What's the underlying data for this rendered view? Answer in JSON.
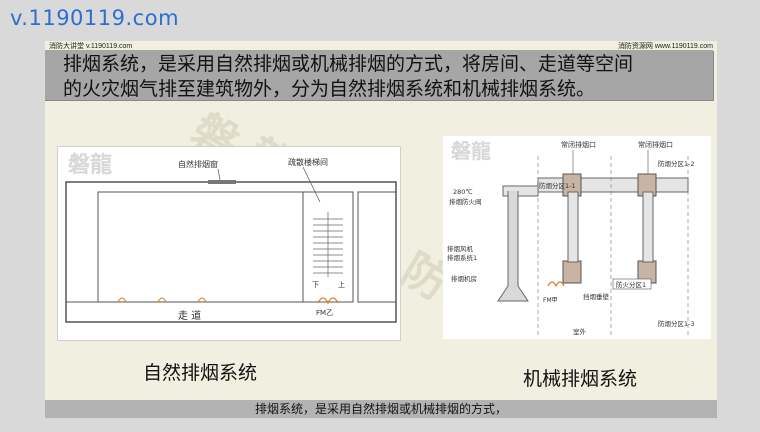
{
  "site_watermark": "v.1190119.com",
  "slide": {
    "header_left": "消防大讲堂 v.1190119.com",
    "header_right": "消防资源网 www.1190119.com",
    "banner_line1": "排烟系统，是采用自然排烟或机械排烟的方式，将房间、走道等空间",
    "banner_line2": "的火灾烟气排至建筑物外，分为自然排烟系统和机械排烟系统。",
    "background_watermark_chars": [
      "磐",
      "龍",
      "消",
      "防",
      "大"
    ],
    "natural": {
      "caption": "自然排烟系统",
      "logo": "磐龍",
      "label_window": "自然排烟窗",
      "label_stair": "疏散楼梯间",
      "label_down": "下",
      "label_up": "上",
      "label_door": "FM乙",
      "label_corridor": "走 道"
    },
    "mechanical": {
      "caption": "机械排烟系统",
      "logo": "磐龍",
      "label_outlet_a": "常闭排烟口",
      "label_outlet_b": "常闭排烟口",
      "label_zone_1_1": "防烟分区1-1",
      "label_zone_1_2": "防烟分区1-2",
      "label_zone_1_3": "防烟分区1-3",
      "label_fire_zone": "防火分区1",
      "label_280": "280℃",
      "label_damper": "排烟防火阀",
      "label_fan_1": "排烟风机",
      "label_fan_2": "排烟系统1",
      "label_fan_room": "排烟机房",
      "label_fm": "FM甲",
      "label_curtain": "挡烟垂壁",
      "label_outdoor": "室外"
    },
    "subtitle": "排烟系统，是采用自然排烟或机械排烟的方式，"
  }
}
